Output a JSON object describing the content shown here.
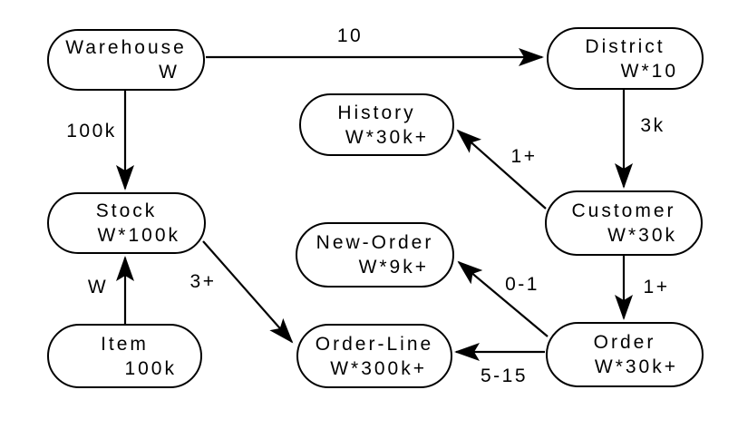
{
  "diagram": {
    "kind": "entity-relationship-diagram",
    "colors": {
      "background": "#ffffff",
      "stroke": "#000000",
      "text": "#000000"
    },
    "nodes": {
      "warehouse": {
        "name": "Warehouse",
        "count": "W"
      },
      "district": {
        "name": "District",
        "count": "W*10"
      },
      "history": {
        "name": "History",
        "count": "W*30k+"
      },
      "stock": {
        "name": "Stock",
        "count": "W*100k"
      },
      "customer": {
        "name": "Customer",
        "count": "W*30k"
      },
      "new_order": {
        "name": "New-Order",
        "count": "W*9k+"
      },
      "item": {
        "name": "Item",
        "count": "100k"
      },
      "order_line": {
        "name": "Order-Line",
        "count": "W*300k+"
      },
      "order": {
        "name": "Order",
        "count": "W*30k+"
      }
    },
    "edges": {
      "warehouse_district": {
        "from": "Warehouse",
        "to": "District",
        "label": "10"
      },
      "warehouse_stock": {
        "from": "Warehouse",
        "to": "Stock",
        "label": "100k"
      },
      "district_customer": {
        "from": "District",
        "to": "Customer",
        "label": "3k"
      },
      "customer_history": {
        "from": "Customer",
        "to": "History",
        "label": "1+"
      },
      "customer_order": {
        "from": "Customer",
        "to": "Order",
        "label": "1+"
      },
      "order_new_order": {
        "from": "Order",
        "to": "New-Order",
        "label": "0-1"
      },
      "order_order_line": {
        "from": "Order",
        "to": "Order-Line",
        "label": "5-15"
      },
      "stock_order_line": {
        "from": "Stock",
        "to": "Order-Line",
        "label": "3+"
      },
      "item_stock": {
        "from": "Item",
        "to": "Stock",
        "label": "W"
      }
    }
  }
}
